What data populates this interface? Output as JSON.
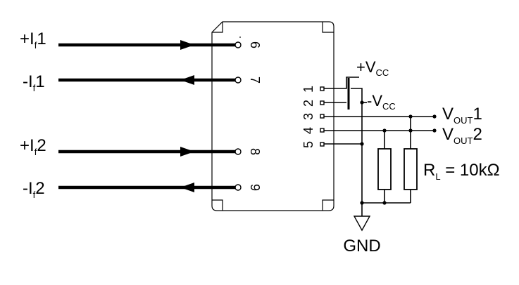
{
  "inputs": [
    {
      "sign": "+",
      "base": "I",
      "sub": "f",
      "num": "1"
    },
    {
      "sign": "-",
      "base": "I",
      "sub": "f",
      "num": "1"
    },
    {
      "sign": "+",
      "base": "I",
      "sub": "f",
      "num": "2"
    },
    {
      "sign": "-",
      "base": "I",
      "sub": "f",
      "num": "2"
    }
  ],
  "pins_right": [
    "6",
    "7",
    "8",
    "9"
  ],
  "pins_left": [
    "1",
    "2",
    "3",
    "4",
    "5"
  ],
  "vcc_pos": {
    "sign": "+V",
    "sub": "CC"
  },
  "vcc_neg": {
    "sign": "-V",
    "sub": "CC"
  },
  "vout1": {
    "base": "V",
    "sub": "OUT",
    "num": "1"
  },
  "vout2": {
    "base": "V",
    "sub": "OUT",
    "num": "2"
  },
  "load": {
    "base": "R",
    "sub": "L",
    "value": " = 10kΩ"
  },
  "ground": "GND"
}
